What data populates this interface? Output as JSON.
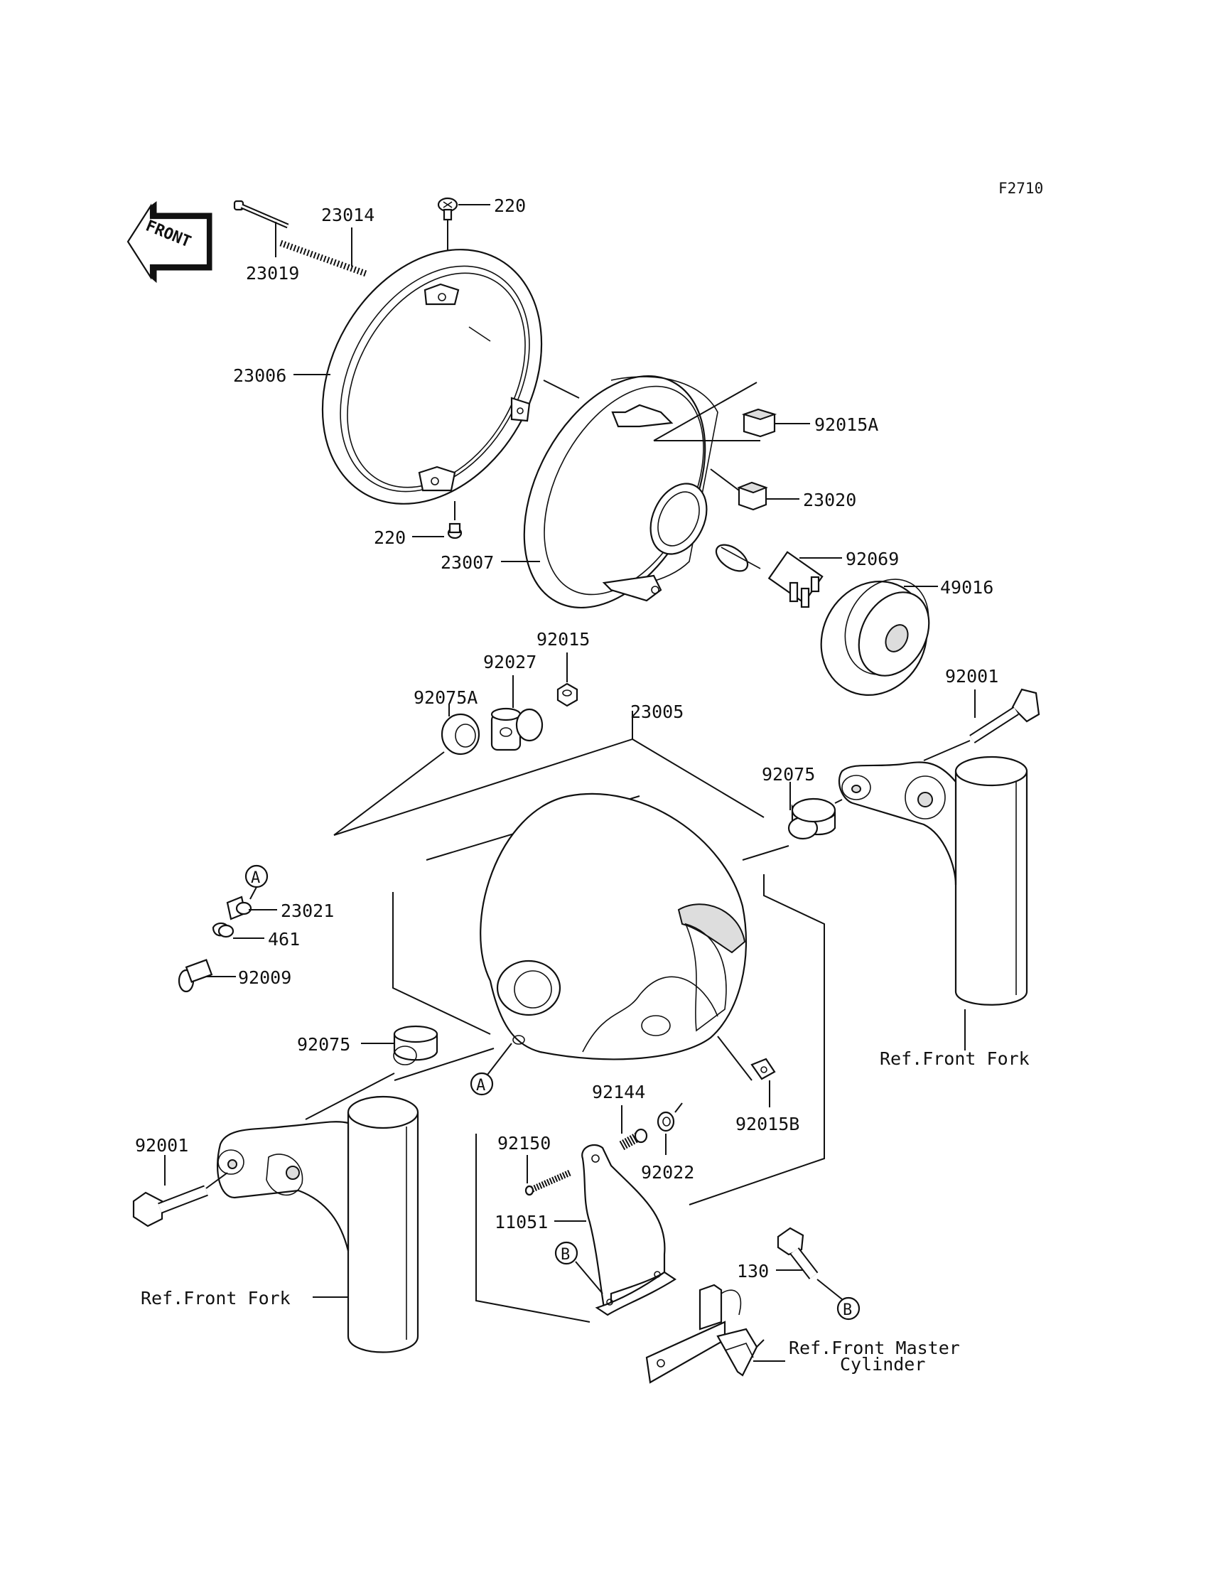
{
  "figure_code": "F2710",
  "front_arrow_text": "FRONT",
  "parts": {
    "p23019": "23019",
    "p23014": "23014",
    "p220_top": "220",
    "p23006": "23006",
    "p220_bottom": "220",
    "p23007": "23007",
    "p92015A": "92015A",
    "p23020": "23020",
    "p92069": "92069",
    "p49016": "49016",
    "p92015": "92015",
    "p92027": "92027",
    "p92075A": "92075A",
    "p23005": "23005",
    "p92001_right": "92001",
    "p92075_right": "92075",
    "p23021": "23021",
    "p461": "461",
    "p92009": "92009",
    "p92075_left": "92075",
    "p92144": "92144",
    "p92015B": "92015B",
    "p92150": "92150",
    "p92022": "92022",
    "p92001_left": "92001",
    "p11051": "11051",
    "p130": "130"
  },
  "refs": {
    "front_fork_right": "Ref.Front Fork",
    "front_fork_left": "Ref.Front Fork",
    "master_cylinder_line1": "Ref.Front Master",
    "master_cylinder_line2": "Cylinder"
  },
  "callouts": {
    "a_top": "A",
    "a_bottom": "A",
    "b_left": "B",
    "b_right": "B"
  }
}
